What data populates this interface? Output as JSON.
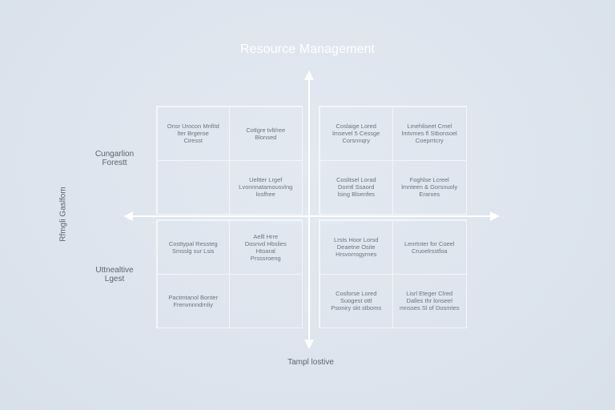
{
  "title": "Resource Management",
  "axes": {
    "x_label": "Tampl lostive",
    "y_label": "Rfmgli Gaslfom"
  },
  "row_labels": {
    "top": "Cungarlion\nForestt",
    "bottom": "Uttnealtive\nLgest"
  },
  "quadrants": {
    "top_left": [
      "Onsr Urocon Mnfitd\nlter Brgeroe\nCiresst",
      "Cotlgre tvlt/ree\nBlonsed",
      "",
      "Ueltter Lrgef\nLvonnnatamousvlng\nlosfhee"
    ],
    "top_right": [
      "Coslaige Lored\nlmsevel 5 Cessge\nCorsnnqry",
      "Lmehliseet Cmel\nlmtvmes fl Stbonsoel\nCoeprrtcry",
      "Coslitsel Lorad\nDomtl Ssaord\nlsing Blsenfes",
      "Foghlse Lcreel\nlmnteen & Gorsnuoly\nErarxes"
    ],
    "bottom_left": [
      "Costtypal Ressteg\nSmsslg sur Lsis",
      "Aelll Hrre\nDosnvd Hbslies\nHtoaral\nPrsssroeng",
      "Pactmtanol Bonter\nFrenvnnndrnliy",
      ""
    ],
    "bottom_right": [
      "Lrsts Hoor Lorsd\nDeaetne Osite\nHrsvorrogyrnes",
      "Lenrtnter for Coeel\nCruoelrsstfoa",
      "Cosforse Lored\nSuogest ottl\nPsoniry skt stboms",
      "Lisrl Eteger Clred\nDalles thr lonseel\nmnsses Sl of Dosmtes"
    ]
  }
}
